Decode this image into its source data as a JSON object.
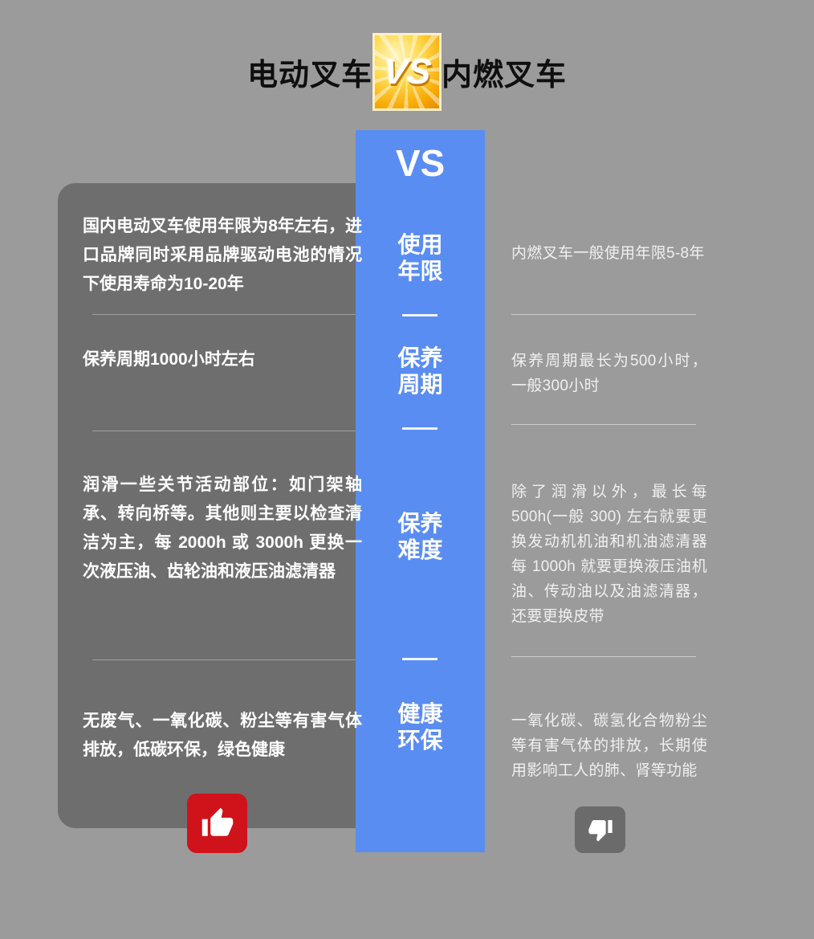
{
  "header": {
    "title_left": "电动叉车",
    "badge_label": "VS",
    "title_right": "内燃叉车"
  },
  "vs_column": {
    "title": "VS"
  },
  "rows": [
    {
      "category": "使用\n年限",
      "left": "国内电动叉车使用年限为8年左右，进口品牌同时采用品牌驱动电池的情况下使用寿命为10-20年",
      "right": "内燃叉车一般使用年限5-8年"
    },
    {
      "category": "保养\n周期",
      "left": "保养周期1000小时左右",
      "right": "保养周期最长为500小时，一般300小时"
    },
    {
      "category": "保养\n难度",
      "left": "润滑一些关节活动部位：如门架轴承、转向桥等。其他则主要以检查清洁为主，每 2000h 或 3000h 更换一次液压油、齿轮油和液压油滤清器",
      "right": "除了润滑以外，最长每 500h(一般 300) 左右就要更换发动机机油和机油滤清器每 1000h 就要更换液压油机油、传动油以及油滤清器，还要更换皮带"
    },
    {
      "category": "健康\n环保",
      "left": "无废气、一氧化碳、粉尘等有害气体排放，低碳环保，绿色健康",
      "right": "一氧化碳、碳氢化合物粉尘等有害气体的排放，长期使用影响工人的肺、肾等功能"
    }
  ],
  "colors": {
    "background": "#9b9b9b",
    "left_panel": "#6e6e6e",
    "accent_blue": "#5a8df2",
    "badge_gold": "#f7a600",
    "thumb_up_red": "#d0121b",
    "thumb_down_gray": "#6b6b6b"
  }
}
